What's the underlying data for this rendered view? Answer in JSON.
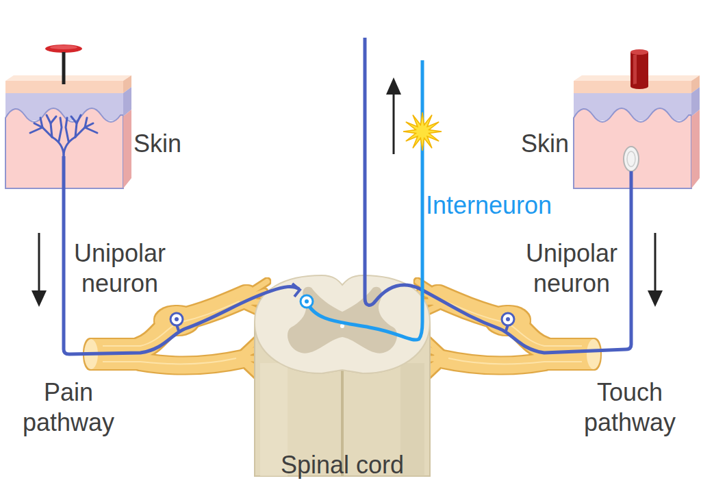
{
  "diagram": {
    "labels": [
      "Skin",
      "Skin",
      "Interneuron",
      "Unipolar neuron",
      "Unipolar neuron",
      "Pain pathway",
      "Touch pathway",
      "Spinal cord"
    ]
  }
}
